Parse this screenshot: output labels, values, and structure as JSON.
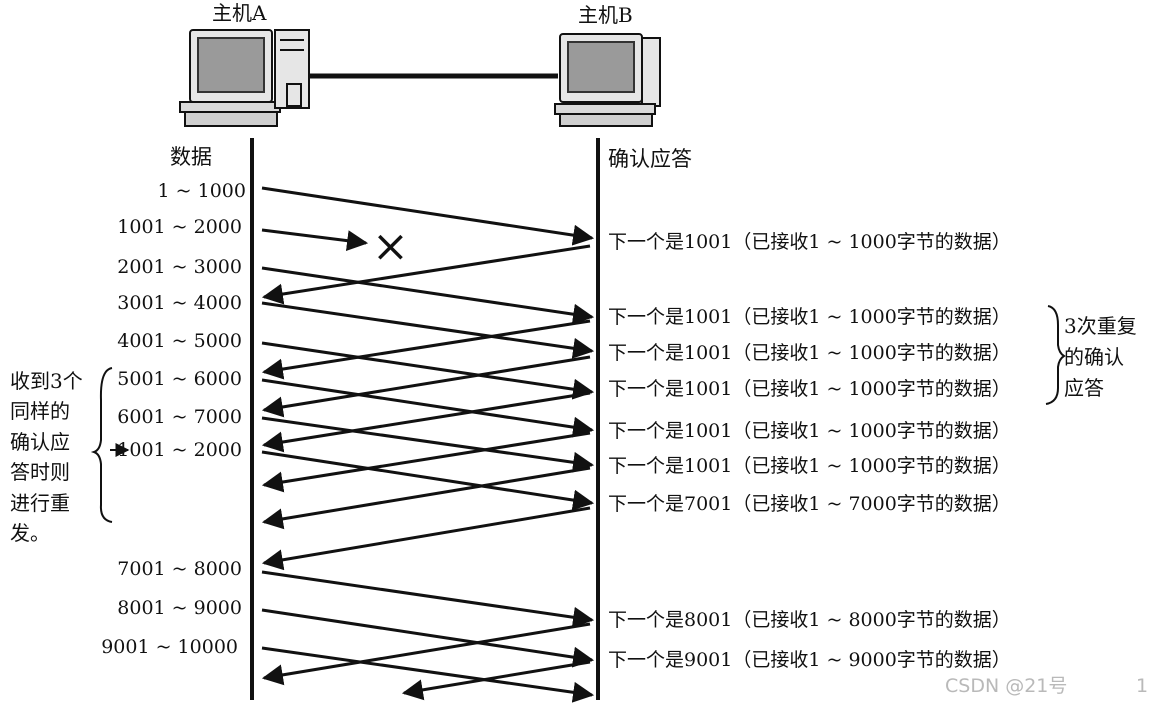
{
  "hosts": {
    "a": "主机A",
    "b": "主机B"
  },
  "columns": {
    "left": "数据",
    "right": "确认应答"
  },
  "segments": [
    "1 ~ 1000",
    "1001 ~ 2000",
    "2001 ~ 3000",
    "3001 ~ 4000",
    "4001 ~ 5000",
    "5001 ~ 6000",
    "6001 ~ 7000",
    "1001 ~ 2000",
    "7001 ~ 8000",
    "8001 ~ 9000",
    "9001 ~ 10000"
  ],
  "acks": [
    "下一个是1001（已接收1 ~ 1000字节的数据）",
    "下一个是1001（已接收1 ~ 1000字节的数据）",
    "下一个是1001（已接收1 ~ 1000字节的数据）",
    "下一个是1001（已接收1 ~ 1000字节的数据）",
    "下一个是1001（已接收1 ~ 1000字节的数据）",
    "下一个是1001（已接收1 ~ 1000字节的数据）",
    "下一个是7001（已接收1 ~ 7000字节的数据）",
    "下一个是8001（已接收1 ~ 8000字节的数据）",
    "下一个是9001（已接收1 ~ 9000字节的数据）"
  ],
  "left_note": [
    "收到3个",
    "同样的",
    "确认应",
    "答时则",
    "进行重",
    "发。"
  ],
  "right_note": [
    "3次重复",
    "的确认",
    "应答"
  ],
  "lost_marker": "×",
  "watermark": "CSDN @21号",
  "page_number": "1"
}
